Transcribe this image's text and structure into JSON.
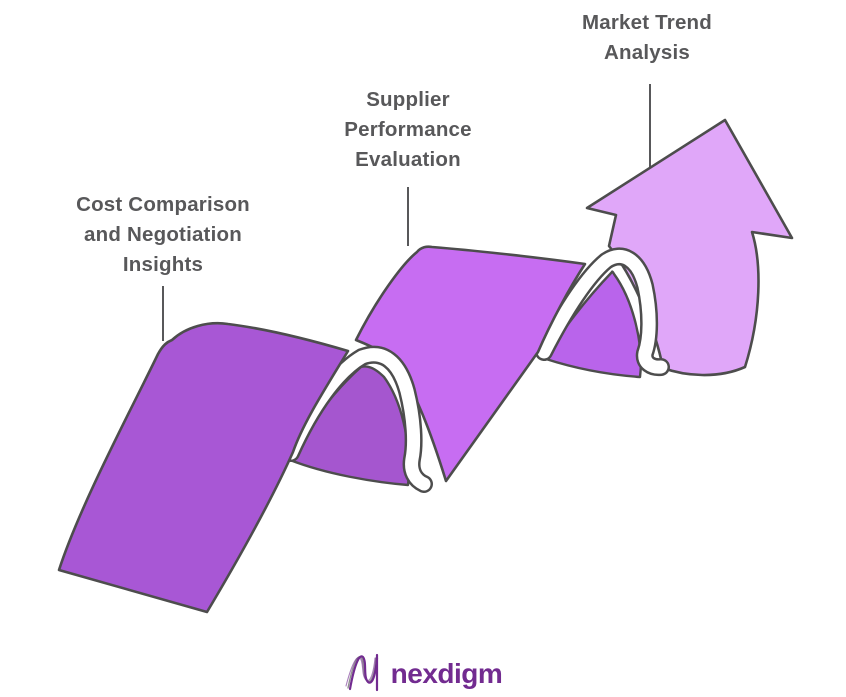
{
  "steps": [
    {
      "lines": [
        "Cost Comparison",
        "and Negotiation",
        "Insights"
      ]
    },
    {
      "lines": [
        "Supplier",
        "Performance",
        "Evaluation"
      ]
    },
    {
      "lines": [
        "Market Trend",
        "Analysis"
      ]
    }
  ],
  "colors": {
    "segment_1": "#a857d5",
    "segment_1_back": "#a556cf",
    "segment_2": "#c76df2",
    "segment_2_back": "#b964eb",
    "arrow": "#e0a7f9",
    "fold_band": "#ffffff",
    "outline": "#4d4d4d",
    "connector_line": "#58585a",
    "label_text": "#58585a",
    "logo_purple": "#722b90",
    "logo_gray": "#909090",
    "background": "#ffffff"
  },
  "logo": {
    "text": "nexdigm",
    "icon": "wavy-n-icon"
  }
}
